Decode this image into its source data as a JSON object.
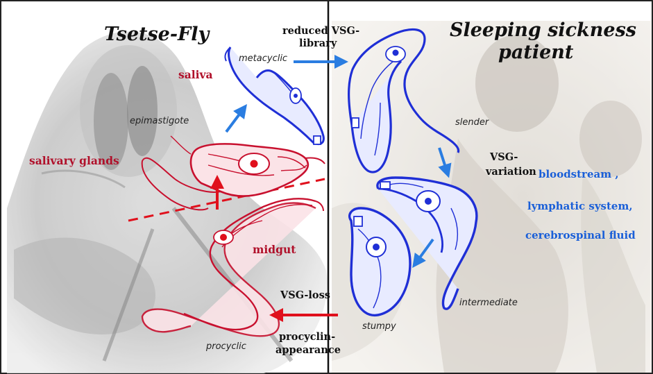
{
  "headings": {
    "left": "Tsetse-Fly",
    "right_line1": "Sleeping sickness",
    "right_line2": "patient"
  },
  "stages": {
    "metacyclic": "metacyclic",
    "epimastigote": "epimastigote",
    "procyclic": "procyclic",
    "slender": "slender",
    "intermediate": "intermediate",
    "stumpy": "stumpy"
  },
  "locations": {
    "saliva": "saliva",
    "salivary_glands": "salivary glands",
    "midgut": "midgut",
    "bloodstream": "bloodstream ,",
    "lymphatic": "lymphatic system,",
    "csf": "cerebrospinal fluid"
  },
  "events": {
    "reduced_vsg_1": "reduced VSG-",
    "reduced_vsg_2": "library",
    "vsg_variation_1": "VSG-",
    "vsg_variation_2": "variation",
    "vsg_loss": "VSG-loss",
    "procyclin_1": "procyclin-",
    "procyclin_2": "appearance"
  },
  "colors": {
    "fly_parasite": "#c8102e",
    "human_parasite": "#1f2fd6",
    "arrow_blue": "#2a7de1",
    "arrow_red": "#e0101c",
    "divider": "#111111"
  }
}
